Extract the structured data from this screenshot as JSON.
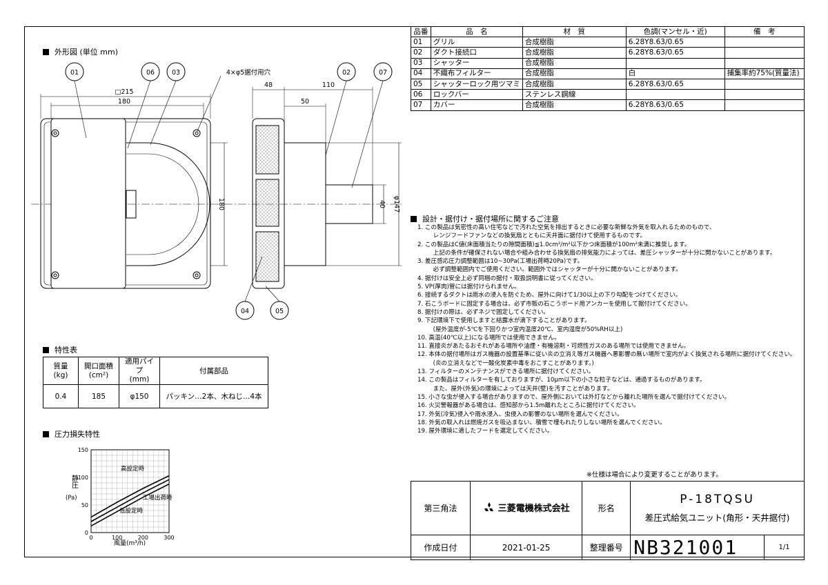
{
  "sections": {
    "outline": "外形図 (単位 mm)",
    "spec": "特性表",
    "pressure": "圧力損失特性",
    "notes_title": "設計・据付け・据付場所に関するご注意"
  },
  "parts_table": {
    "headers": [
      "品番",
      "品　名",
      "材　質",
      "色調(マンセル・近)",
      "備　考"
    ],
    "rows": [
      {
        "no": "01",
        "name": "グリル",
        "material": "合成樹脂",
        "color": "6.28Y8.63/0.65",
        "remark": ""
      },
      {
        "no": "02",
        "name": "ダクト接続口",
        "material": "合成樹脂",
        "color": "6.28Y8.63/0.65",
        "remark": ""
      },
      {
        "no": "03",
        "name": "シャッター",
        "material": "合成樹脂",
        "color": "",
        "remark": ""
      },
      {
        "no": "04",
        "name": "不織布フィルター",
        "material": "合成樹脂",
        "color": "白",
        "remark": "捕集率約75%(質量法)"
      },
      {
        "no": "05",
        "name": "シャッターロック用ツマミ",
        "material": "合成樹脂",
        "color": "6.28Y8.63/0.65",
        "remark": ""
      },
      {
        "no": "06",
        "name": "ロックバー",
        "material": "ステンレス鋼線",
        "color": "",
        "remark": ""
      },
      {
        "no": "07",
        "name": "カバー",
        "material": "合成樹脂",
        "color": "6.28Y8.63/0.65",
        "remark": ""
      }
    ]
  },
  "drawing": {
    "callouts": [
      "01",
      "06",
      "03",
      "02",
      "07",
      "04",
      "05"
    ],
    "hole_note": "4×φ5据付用穴",
    "dims": {
      "d215": "□215",
      "d180a": "180",
      "d180b": "180",
      "d48": "48",
      "d110": "110",
      "d50": "50",
      "d40": "40",
      "d147": "φ147"
    }
  },
  "spec_table": {
    "headers": [
      "質量\n(kg)",
      "開口面積\n(cm²)",
      "適用パイプ\n(mm)",
      "付属部品"
    ],
    "values": [
      "0.4",
      "185",
      "φ150",
      "パッキン…2本、木ねじ…4本"
    ]
  },
  "pressure_chart": {
    "y_axis_label": "静圧",
    "y_unit": "(Pa)",
    "x_axis_label": "風量(m³/h)",
    "y_ticks": [
      "150",
      "100",
      "50",
      "0"
    ],
    "x_ticks": [
      "0",
      "100",
      "200",
      "300"
    ],
    "curves": [
      "高設定時",
      "工場出荷時",
      "低設定時"
    ]
  },
  "chart_data": {
    "type": "line",
    "xlabel": "風量(m³/h)",
    "ylabel": "静圧 (Pa)",
    "xlim": [
      0,
      300
    ],
    "ylim": [
      0,
      150
    ],
    "series": [
      {
        "name": "高設定時",
        "x": [
          0,
          100,
          200,
          300
        ],
        "y": [
          28,
          55,
          80,
          103
        ]
      },
      {
        "name": "工場出荷時",
        "x": [
          0,
          100,
          200,
          300
        ],
        "y": [
          20,
          46,
          72,
          96
        ]
      },
      {
        "name": "低設定時",
        "x": [
          0,
          100,
          200,
          300
        ],
        "y": [
          12,
          38,
          64,
          88
        ]
      }
    ]
  },
  "notes": [
    "1. この製品は気密性の高い住宅などで汚れた空気を排出するときに必要な新鮮な外気を取入れるためのもので、",
    "　レンジフードファンなどの換気扇とともに天井面に据付けて使用するものです。",
    "2. この製品はC値(床面積当たりの隙間面積)≦1.0cm²/m²以下かつ床面積が100m²未満に推奨します。",
    "　上記の条件が確保されない場合や組み合わせる換気扇の排気能力によっては、差圧シャッターが十分に開かないことがあります。",
    "3. 差圧感応圧力調整範囲は10~30Pa(工場出荷時20Pa)です。",
    "　必ず調整範囲内でご使用ください。範囲外ではシャッターが十分に開かないことがあります。",
    "4. 据付けは安全上必ず同梱の据付・取扱説明書に従ってください。",
    "5. VP(厚肉)管には据付けられません。",
    "6. 接続するダクトは雨水の浸入を防ぐため、屋外に向けて1/30以上の下り勾配をつけてください。",
    "7. 石こうボードに固定する場合は、必ず市販の石こうボード用アンカーを使用して据付けてください。",
    "8. 据付けの際は、必ずネジで固定してください。",
    "9. 下記環境下で使用しますと結露水が滴下することがあります。",
    "　(屋外温度が-5℃を下回りかつ室内温度20℃、室内湿度が50%RH以上)",
    "10. 高温(40℃以上)になる場所では使用できません。",
    "11. 直接炎があたるおそれがある場所や油煙・有機溶剤・可燃性ガスのある場所では使用できません。",
    "12. 本体の据付場所はガス機器の設置基準に従い炎の立消え等ガス機器へ悪影響の無い場所で室内がよく換気される場所に据付けてください。",
    "　(炎の立消えなどで一酸化炭素中毒をおこすことがあります。)",
    "13. フィルターのメンテナンスができる場所に据付けてください。",
    "14. この製品はフィルターを有しておりますが、10μm以下の小さな粒子などは、通過するものがあります。",
    "　また、屋外(外気)の環境によっては天井(壁)を汚すことがあります。",
    "15. 小さな虫が侵入する場合がありますので、屋外側においては外灯などから離れた場所を選んで据付けてください。",
    "16. 火災警報器がある場合は、感知部から1.5m離れたところに据付けてください。",
    "17. 外気(冷気)侵入や雨水浸入、虫侵入の影響のない場所を選んでください。",
    "18. 外気の取入れは燃焼ガスを吸込まない、積雪で埋もれたりしない場所を選んでください。",
    "19. 屋外環境に適したフードを選定してください。"
  ],
  "spec_change_note": "※仕様は場合により変更することがあります。",
  "title_block": {
    "projection": "第三角法",
    "company": "三菱電機株式会社",
    "model_label": "形名",
    "model": "P-18TQSU",
    "product_name": "差圧式給気ユニット(角形・天井据付)",
    "date_label": "作成日付",
    "date": "2021-01-25",
    "number_label": "整理番号",
    "number": "NB321001",
    "page": "1/1"
  }
}
